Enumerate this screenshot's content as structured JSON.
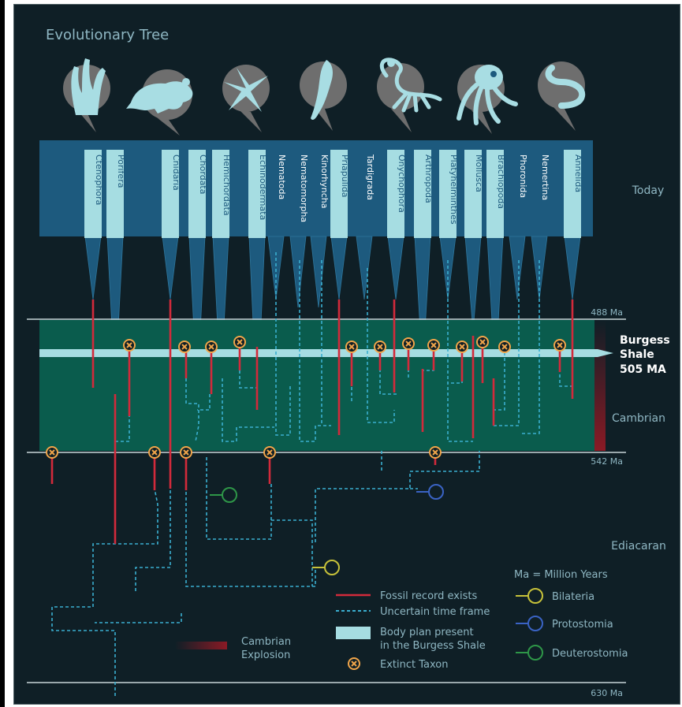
{
  "title": "Evolutionary Tree",
  "periods": {
    "today": "Today",
    "cambrian": "Cambrian",
    "ediacaran": "Ediacaran"
  },
  "time_marks": {
    "top": "488 Ma",
    "middle": "542 Ma",
    "bottom": "630 Ma"
  },
  "burgess": {
    "line1": "Burgess",
    "line2": "Shale",
    "line3": "505 MA"
  },
  "taxa": [
    {
      "name": "Ctenophora",
      "highlighted": true
    },
    {
      "name": "Porifera",
      "highlighted": true
    },
    {
      "name": "Cnidaria",
      "highlighted": true
    },
    {
      "name": "Chordata",
      "highlighted": true
    },
    {
      "name": "Hemichordata",
      "highlighted": true
    },
    {
      "name": "Echinodermata",
      "highlighted": true
    },
    {
      "name": "Nematoda",
      "highlighted": false
    },
    {
      "name": "Nematomorpha",
      "highlighted": false
    },
    {
      "name": "Kinorhyncha",
      "highlighted": false
    },
    {
      "name": "Priapulida",
      "highlighted": true
    },
    {
      "name": "Tardigrada",
      "highlighted": false
    },
    {
      "name": "Onychophora",
      "highlighted": true
    },
    {
      "name": "Arthropoda",
      "highlighted": true
    },
    {
      "name": "Platyhelminthes",
      "highlighted": true
    },
    {
      "name": "Mollusca",
      "highlighted": true
    },
    {
      "name": "Brachiopoda",
      "highlighted": true
    },
    {
      "name": "Phoronida",
      "highlighted": false
    },
    {
      "name": "Nemertina",
      "highlighted": false
    },
    {
      "name": "Annelida",
      "highlighted": true
    }
  ],
  "legend": {
    "ma_note": "Ma = Million Years",
    "fossil": "Fossil record exists",
    "uncertain": "Uncertain time frame",
    "body_plan_1": "Body plan present",
    "body_plan_2": "in the Burgess Shale",
    "extinct": "Extinct Taxon",
    "bilateria": "Bilateria",
    "protostomia": "Protostomia",
    "deuterostomia": "Deuterostomia",
    "cambrian_1": "Cambrian",
    "cambrian_2": "Explosion"
  },
  "colors": {
    "background": "#0f1f26",
    "panel": "#1d5a7e",
    "label_box": "#a6dde2",
    "cambrian_band": "#0a5c4d",
    "fossil_red": "#d22a3b",
    "uncertain_blue": "#3aaecf",
    "extinct_orange": "#f0a54a",
    "bilateria": "#c7c23a",
    "protostomia": "#3a63c4",
    "deuterostomia": "#2e9648"
  },
  "icons": [
    "sponge-icon",
    "mouse-icon",
    "starfish-icon",
    "priapulid-worm-icon",
    "scorpion-icon",
    "octopus-icon",
    "annelid-worm-icon"
  ]
}
